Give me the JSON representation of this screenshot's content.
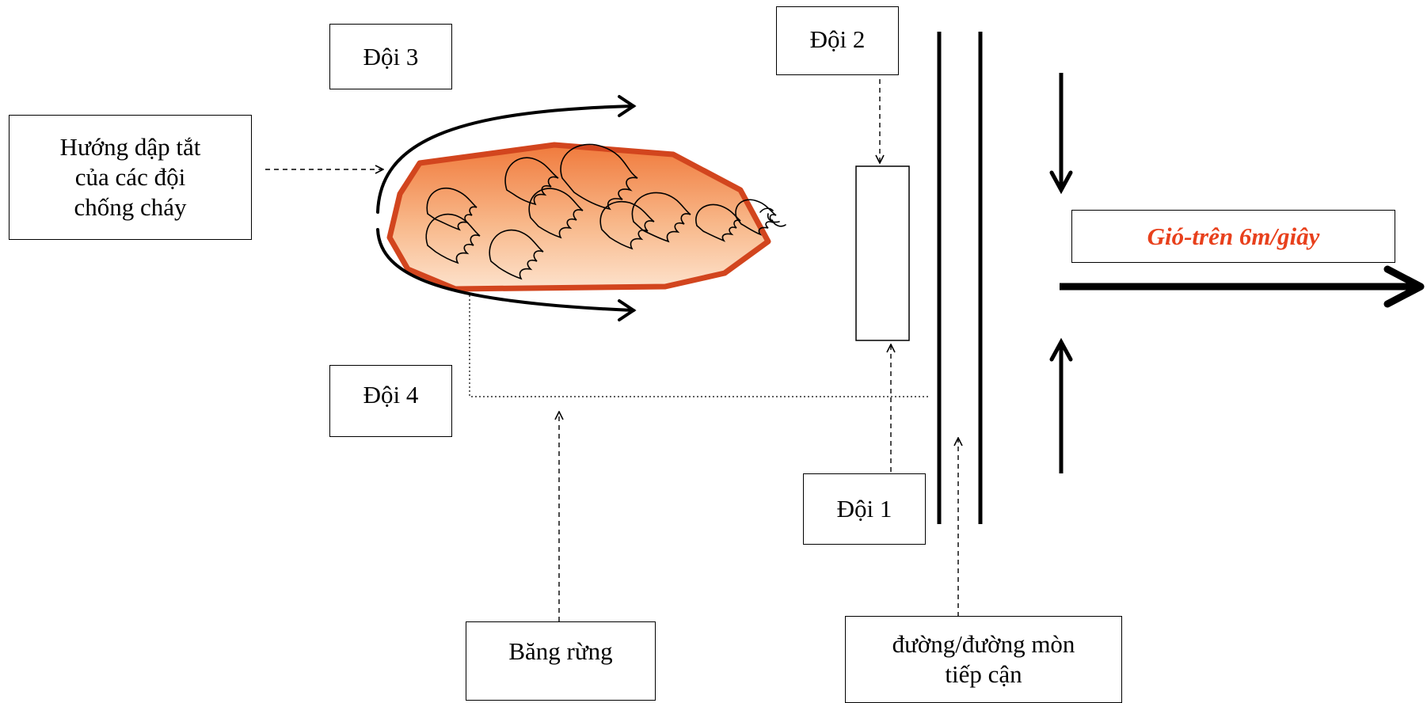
{
  "labels": {
    "huong_dap_tat": "Hướng dập tắt\ncủa các đội\nchống cháy",
    "doi_3": "Đội 3",
    "doi_2": "Đội 2",
    "doi_4": "Đội 4",
    "doi_1": "Đội 1",
    "bang_rung": "Băng rừng",
    "duong_mon": "đường/đường mòn\ntiếp cận",
    "gio": "Gió-trên 6m/giây"
  },
  "colors": {
    "fire_outline": "#d2451e",
    "fire_fill_top": "#f07a3c",
    "fire_fill_bottom": "#fde2cc",
    "wind_label": "#e8401c",
    "line": "#000000"
  },
  "icons": {
    "fire": "flame-icon",
    "wind": "wind-arrow-icon"
  }
}
